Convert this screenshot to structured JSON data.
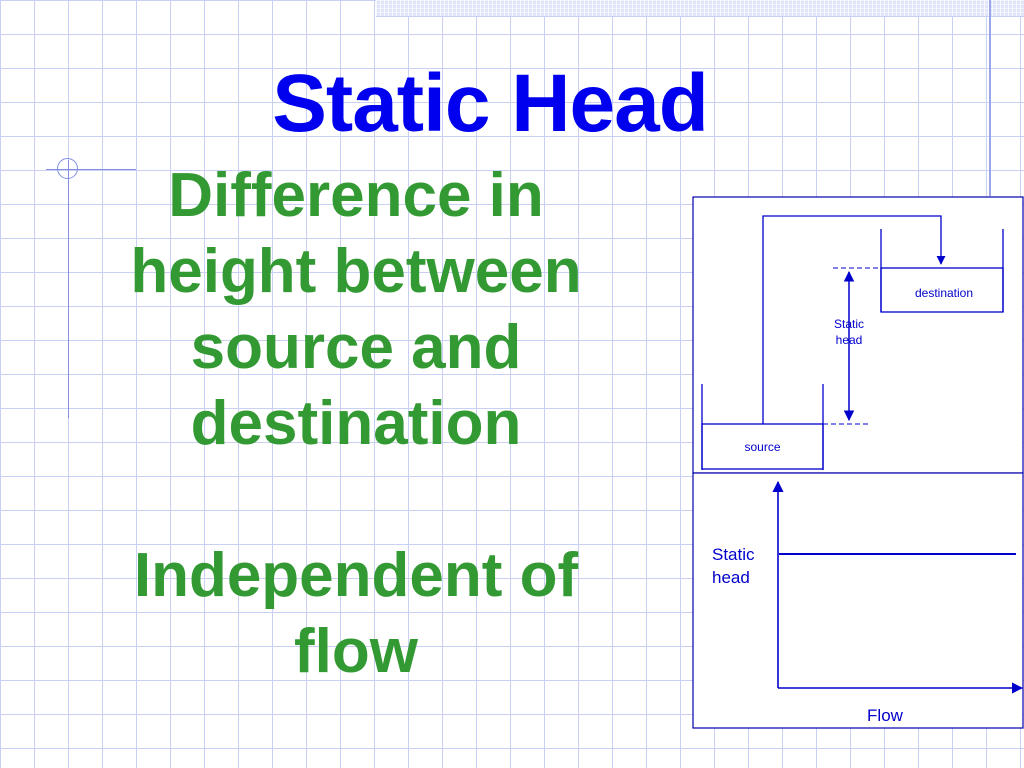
{
  "slide": {
    "title": "Static Head",
    "body_lines": [
      "Difference in",
      "height between",
      "source and",
      "destination",
      "",
      "Independent of",
      "flow"
    ]
  },
  "diagram": {
    "tank_diagram": {
      "source_label": "source",
      "destination_label": "destination",
      "dimension_label_line1": "Static",
      "dimension_label_line2": "head"
    },
    "curve": {
      "y_label_line1": "Static",
      "y_label_line2": "head",
      "x_label": "Flow"
    }
  },
  "colors": {
    "title": "#0000ee",
    "body": "#339933",
    "diagram": "#0000cc",
    "grid": "#c9d0f3"
  },
  "chart_data": {
    "type": "line",
    "title": "",
    "xlabel": "Flow",
    "ylabel": "Static head",
    "series": [
      {
        "name": "Static head",
        "x": [
          0,
          1
        ],
        "values": [
          1,
          1
        ]
      }
    ],
    "grid": false,
    "note": "Horizontal line: static head is constant regardless of flow"
  }
}
